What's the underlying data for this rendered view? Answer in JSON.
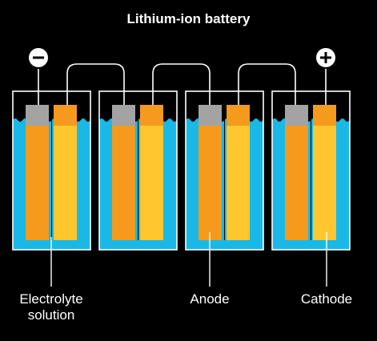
{
  "title": "Lithium-ion battery",
  "terminals": {
    "negative": "−",
    "positive": "+"
  },
  "labels": {
    "electrolyte_line1": "Electrolyte",
    "electrolyte_line2": "solution",
    "anode": "Anode",
    "cathode": "Cathode"
  },
  "colors": {
    "background": "#000000",
    "electrolyte": "#1ab8e6",
    "anode": "#f59a1c",
    "cathode": "#fdc72d",
    "cap": "#a3a3a3",
    "wire": "#ffffff"
  },
  "cell_count": 4
}
